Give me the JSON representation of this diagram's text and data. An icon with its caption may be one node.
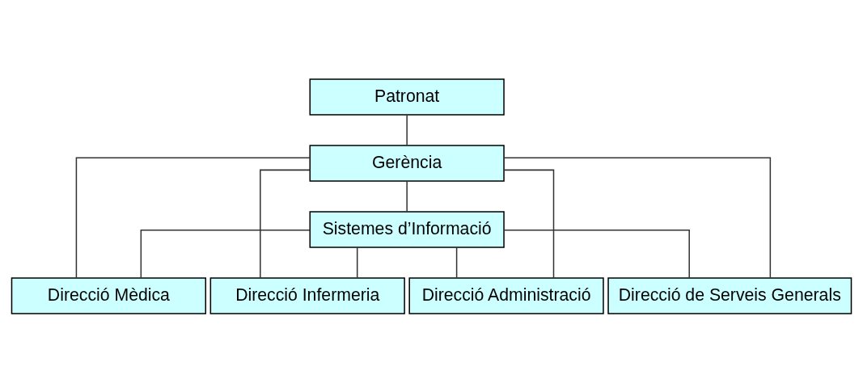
{
  "diagram": {
    "nodes": [
      {
        "text": [
          "Patronat"
        ]
      },
      {
        "text": [
          "Gerència"
        ]
      },
      {
        "text": [
          "Sistemes d’Informació"
        ]
      },
      {
        "text": [
          "Direcció Mèdica"
        ]
      },
      {
        "text": [
          "Direcció Infermeria"
        ]
      },
      {
        "text": [
          "Direcció Administració"
        ]
      },
      {
        "text": [
          "Direcció de Serveis Generals"
        ]
      }
    ],
    "edges": [
      {
        "from": 0,
        "to": 1,
        "arrow": "none"
      },
      {
        "from": 1,
        "to": 2,
        "arrow": "none"
      },
      {
        "from": 1,
        "to": 3,
        "arrow": "none"
      },
      {
        "from": 1,
        "to": 4,
        "arrow": "none"
      },
      {
        "from": 1,
        "to": 5,
        "arrow": "none"
      },
      {
        "from": 1,
        "to": 6,
        "arrow": "none"
      },
      {
        "from": 2,
        "to": 3,
        "arrow": "none"
      },
      {
        "from": 2,
        "to": 4,
        "arrow": "none"
      },
      {
        "from": 2,
        "to": 5,
        "arrow": "none"
      },
      {
        "from": 2,
        "to": 6,
        "arrow": "none"
      }
    ]
  }
}
